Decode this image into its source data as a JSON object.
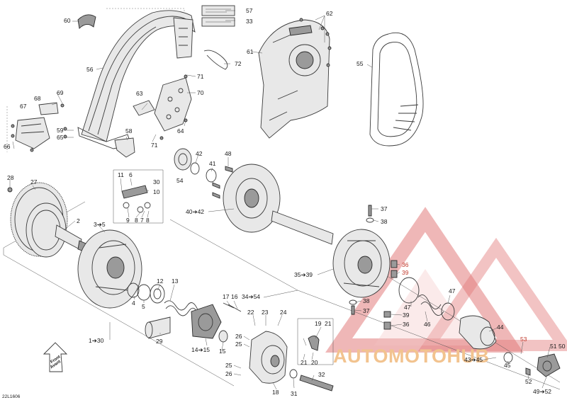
{
  "diagram_code": "22L1606",
  "front_label": [
    "Front",
    "Avant"
  ],
  "watermark": {
    "text": "AUTOMOTOHUB",
    "color": "#f2c38f",
    "triangle_color": "#e27b7b"
  },
  "callouts": [
    {
      "id": "c60",
      "text": "60"
    },
    {
      "id": "c57",
      "text": "57"
    },
    {
      "id": "c33",
      "text": "33"
    },
    {
      "id": "c62",
      "text": "62"
    },
    {
      "id": "c61",
      "text": "61"
    },
    {
      "id": "c72",
      "text": "72"
    },
    {
      "id": "c56",
      "text": "56"
    },
    {
      "id": "c71a",
      "text": "71"
    },
    {
      "id": "c70",
      "text": "70"
    },
    {
      "id": "c63",
      "text": "63"
    },
    {
      "id": "c55",
      "text": "55"
    },
    {
      "id": "c68",
      "text": "68"
    },
    {
      "id": "c69",
      "text": "69"
    },
    {
      "id": "c67",
      "text": "67"
    },
    {
      "id": "c59",
      "text": "59"
    },
    {
      "id": "c65",
      "text": "65"
    },
    {
      "id": "c64",
      "text": "64"
    },
    {
      "id": "c58",
      "text": "58"
    },
    {
      "id": "c66",
      "text": "66"
    },
    {
      "id": "c71b",
      "text": "71"
    },
    {
      "id": "c42",
      "text": "42"
    },
    {
      "id": "c48",
      "text": "48"
    },
    {
      "id": "c41",
      "text": "41"
    },
    {
      "id": "c54",
      "text": "54"
    },
    {
      "id": "c28",
      "text": "28"
    },
    {
      "id": "c27",
      "text": "27"
    },
    {
      "id": "c11",
      "text": "11"
    },
    {
      "id": "c6",
      "text": "6"
    },
    {
      "id": "c30",
      "text": "30"
    },
    {
      "id": "c10",
      "text": "10"
    },
    {
      "id": "c9",
      "text": "9"
    },
    {
      "id": "c8a",
      "text": "8"
    },
    {
      "id": "c7",
      "text": "7"
    },
    {
      "id": "c8b",
      "text": "8"
    },
    {
      "id": "c40",
      "text": "40➔42"
    },
    {
      "id": "c37a",
      "text": "37"
    },
    {
      "id": "c38a",
      "text": "38"
    },
    {
      "id": "c2",
      "text": "2"
    },
    {
      "id": "c3",
      "text": "3➔5"
    },
    {
      "id": "c36a",
      "text": "36"
    },
    {
      "id": "c39a",
      "text": "39"
    },
    {
      "id": "c35",
      "text": "35➔39"
    },
    {
      "id": "c12",
      "text": "12"
    },
    {
      "id": "c13",
      "text": "13"
    },
    {
      "id": "c4",
      "text": "4"
    },
    {
      "id": "c5",
      "text": "5"
    },
    {
      "id": "c17",
      "text": "17"
    },
    {
      "id": "c16",
      "text": "16"
    },
    {
      "id": "c34",
      "text": "34➔54"
    },
    {
      "id": "c38b",
      "text": "38"
    },
    {
      "id": "c37b",
      "text": "37"
    },
    {
      "id": "c47a",
      "text": "47"
    },
    {
      "id": "c47b",
      "text": "47"
    },
    {
      "id": "c39b",
      "text": "39"
    },
    {
      "id": "c36b",
      "text": "36"
    },
    {
      "id": "c46",
      "text": "46"
    },
    {
      "id": "c22",
      "text": "22"
    },
    {
      "id": "c23",
      "text": "23"
    },
    {
      "id": "c24",
      "text": "24"
    },
    {
      "id": "c19",
      "text": "19"
    },
    {
      "id": "c21a",
      "text": "21"
    },
    {
      "id": "c44",
      "text": "44"
    },
    {
      "id": "c53",
      "text": "53"
    },
    {
      "id": "c26a",
      "text": "26"
    },
    {
      "id": "c25a",
      "text": "25"
    },
    {
      "id": "c29",
      "text": "29"
    },
    {
      "id": "c14",
      "text": "14➔15"
    },
    {
      "id": "c15",
      "text": "15"
    },
    {
      "id": "c21b",
      "text": "21"
    },
    {
      "id": "c20",
      "text": "20"
    },
    {
      "id": "c43",
      "text": "43➔45"
    },
    {
      "id": "c45",
      "text": "45"
    },
    {
      "id": "c51",
      "text": "51"
    },
    {
      "id": "c50",
      "text": "50"
    },
    {
      "id": "c1",
      "text": "1➔30"
    },
    {
      "id": "c25b",
      "text": "25"
    },
    {
      "id": "c26b",
      "text": "26"
    },
    {
      "id": "c32",
      "text": "32"
    },
    {
      "id": "c52",
      "text": "52"
    },
    {
      "id": "c31",
      "text": "31"
    },
    {
      "id": "c18",
      "text": "18"
    },
    {
      "id": "c49",
      "text": "49➔52"
    }
  ]
}
